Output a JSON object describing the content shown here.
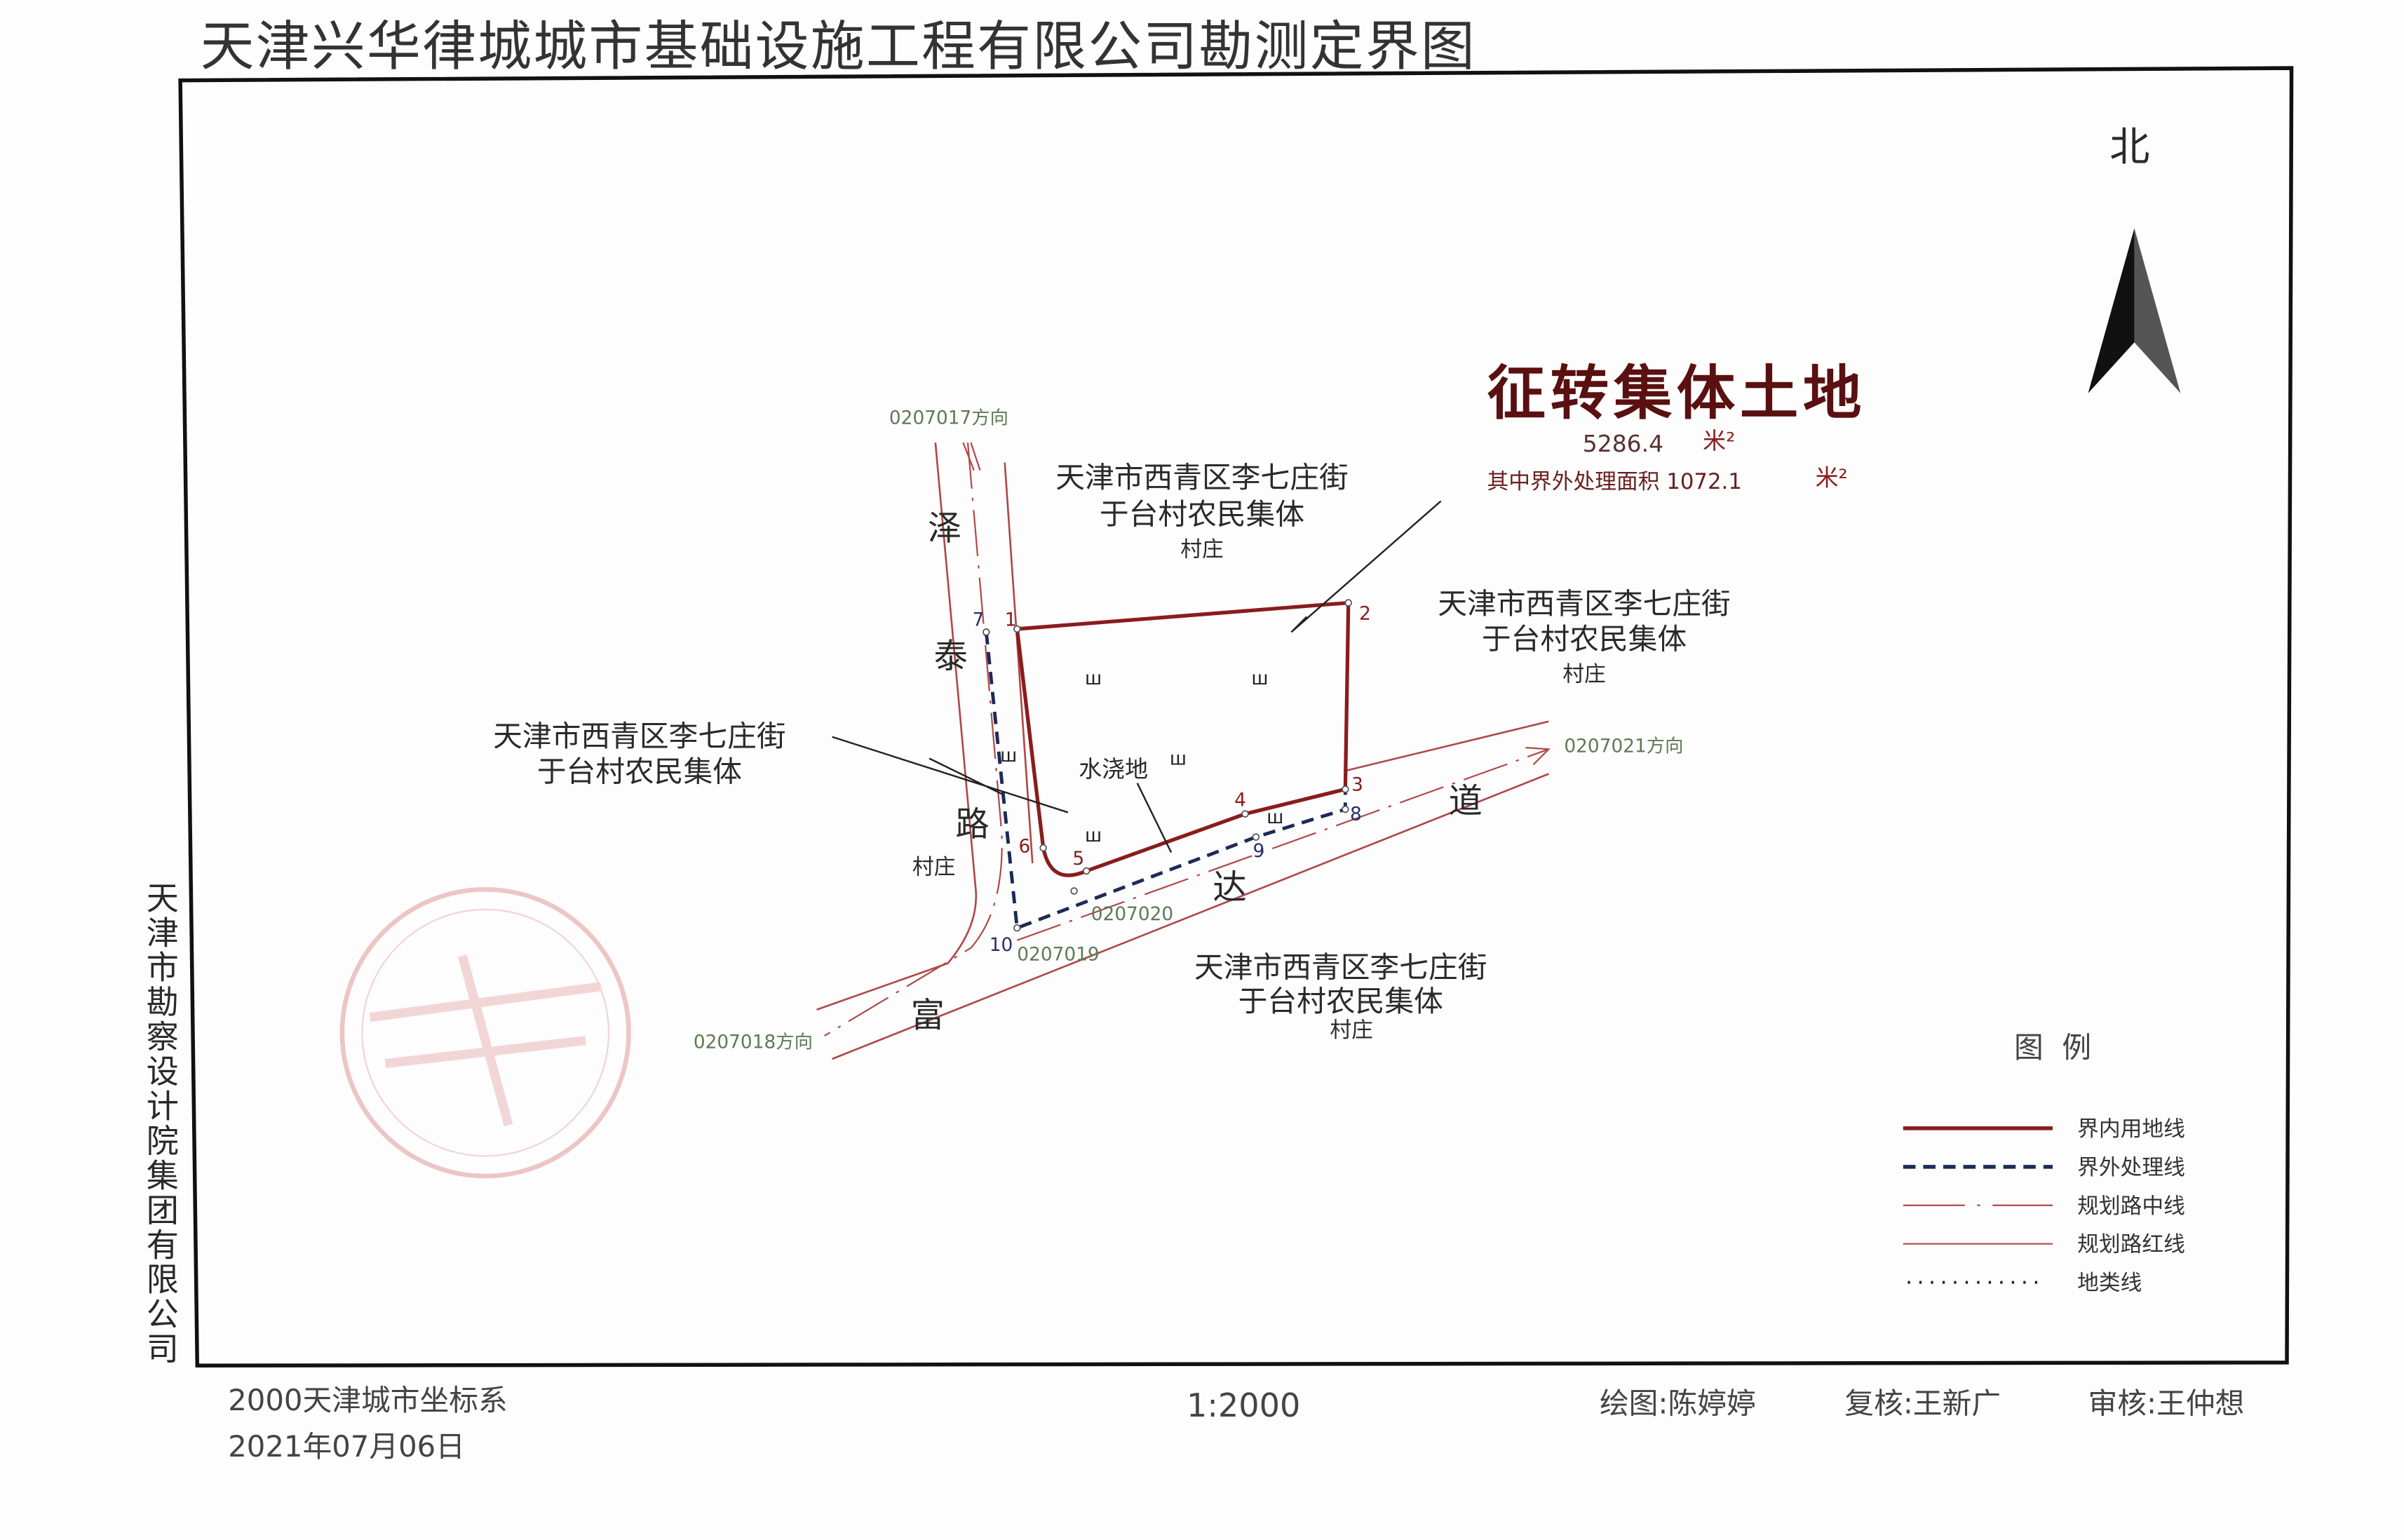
{
  "title": "天津兴华律城城市基础设施工程有限公司勘测定界图",
  "north_label": "北",
  "parcel": {
    "heading": "征转集体土地",
    "area_value": "5286.4",
    "area_unit": "米²",
    "outside_area_text": "其中界外处理面积 1072.1",
    "outside_area_unit": "米²",
    "land_type": "水浇地"
  },
  "owners": {
    "north": {
      "line1": "天津市西青区李七庄街",
      "line2": "于台村农民集体",
      "line3": "村庄"
    },
    "east": {
      "line1": "天津市西青区李七庄街",
      "line2": "于台村农民集体",
      "line3": "村庄"
    },
    "west": {
      "line1": "天津市西青区李七庄街",
      "line2": "于台村农民集体",
      "line3": "村庄"
    },
    "south": {
      "line1": "天津市西青区李七庄街",
      "line2": "于台村农民集体",
      "line3": "村庄"
    }
  },
  "roads": {
    "zetai": [
      "泽",
      "泰",
      "路"
    ],
    "fuda": [
      "富",
      "达",
      "道"
    ]
  },
  "references": {
    "r17": "0207017方向",
    "r18": "0207018方向",
    "r19": "0207019",
    "r20": "0207020",
    "r21": "0207021方向"
  },
  "points": [
    "1",
    "2",
    "3",
    "4",
    "5",
    "6",
    "7",
    "8",
    "9",
    "10"
  ],
  "legend": {
    "title": "图  例",
    "items": [
      {
        "label": "界内用地线",
        "color": "#8a1c1c"
      },
      {
        "label": "界外处理线",
        "color": "#1c2a55"
      },
      {
        "label": "规划路中线",
        "color": "#b04848"
      },
      {
        "label": "规划路红线",
        "color": "#b04848"
      },
      {
        "label": "地类线",
        "color": "#222222"
      }
    ]
  },
  "side_org": "天津市勘察设计院集团有限公司",
  "footer": {
    "coord_system": "2000天津城市坐标系",
    "date": "2021年07月06日",
    "scale": "1:2000",
    "drawn": "绘图:陈婷婷",
    "checked": "复核:王新广",
    "approved": "审核:王仲想"
  }
}
